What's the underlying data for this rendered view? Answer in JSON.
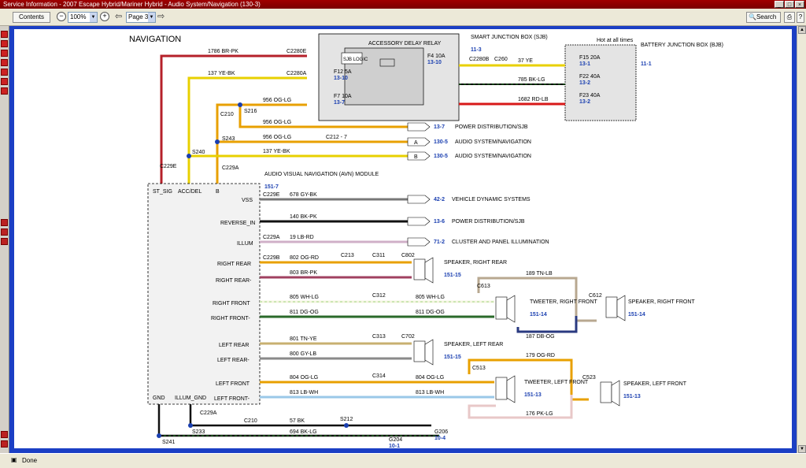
{
  "window": {
    "title": "Service Information - 2007 Escape Hybrid/Mariner Hybrid - Audio System/Navigation (130-3)"
  },
  "toolbar": {
    "contents_label": "Contents",
    "zoom_value": "100%",
    "page_value": "Page 3",
    "search_label": "Search"
  },
  "status": {
    "text": "Done"
  },
  "diagram": {
    "title": "NAVIGATION",
    "hot_label": "Hot at all times",
    "sjb_label": "SMART JUNCTION BOX (SJB)",
    "sjb_ref": "11-3",
    "bjb_label": "BATTERY JUNCTION BOX (BJB)",
    "bjb_ref": "11-1",
    "relay_label": "ACCESSORY DELAY RELAY",
    "sjb_logic": "SJB LOGIC",
    "f12": "F12  5A",
    "f12_ref": "13-10",
    "f7": "F7  10A",
    "f7_ref": "13-7",
    "f4": "F4  10A",
    "f4_ref": "13-10",
    "f15": "F15  20A",
    "f15_ref": "13-1",
    "f22": "F22  40A",
    "f22_ref": "13-2",
    "f23": "F23  40A",
    "f23_ref": "13-2",
    "module_label": "AUDIO VISUAL NAVIGATION (AVN) MODULE",
    "module_ref": "151-7",
    "pins": {
      "st_sig": "ST_SIG",
      "acc_del": "ACC/DEL",
      "b": "B",
      "vss": "VSS",
      "reverse_in": "REVERSE_IN",
      "illum": "ILLUM",
      "right_rear_p": "RIGHT REAR",
      "right_rear_m": "RIGHT REAR-",
      "right_front_p": "RIGHT FRONT",
      "right_front_m": "RIGHT FRONT-",
      "left_rear_p": "LEFT REAR",
      "left_rear_m": "LEFT REAR-",
      "left_front_p": "LEFT FRONT",
      "left_front_m": "LEFT FRONT-",
      "gnd": "GND",
      "illum_gnd": "ILLUM_GND"
    },
    "wires": {
      "w1786": "1786  BR-PK",
      "w137a": "137  YE-BK",
      "w956a": "956  OG-LG",
      "w956b": "956  OG-LG",
      "w956c": "956  OG-LG",
      "w137b": "137  YE-BK",
      "w37": "37  YE",
      "w785": "785  BK-LG",
      "w1682": "1682  RD-LB",
      "w678": "678  GY-BK",
      "w140": "140  BK-PK",
      "w19": "19  LB-RD",
      "w802": "802  OG-RD",
      "w803": "803  BR-PK",
      "w805a": "805  WH-LG",
      "w805b": "805  WH-LG",
      "w811a": "811  DG-OG",
      "w811b": "811  DG-OG",
      "w189": "189  TN-LB",
      "w187": "187  DB-OG",
      "w801": "801  TN-YE",
      "w800": "800  GY-LB",
      "w804a": "804  OG-LG",
      "w804b": "804  OG-LG",
      "w813a": "813  LB-WH",
      "w813b": "813  LB-WH",
      "w179": "179  OG-RD",
      "w176": "176  PK-LG",
      "w57": "57  BK",
      "w694": "694  BK-LG"
    },
    "refs": {
      "pd1": "13-7",
      "pd1_label": "POWER DISTRIBUTION/SJB",
      "as1": "130-5",
      "as1_label": "AUDIO SYSTEM/NAVIGATION",
      "as2": "130-5",
      "as2_label": "AUDIO SYSTEM/NAVIGATION",
      "vds": "42-2",
      "vds_label": "VEHICLE DYNAMIC SYSTEMS",
      "pd2": "13-6",
      "pd2_label": "POWER DISTRIBUTION/SJB",
      "cpi": "71-2",
      "cpi_label": "CLUSTER AND PANEL ILLUMINATION"
    },
    "speakers": {
      "rr": "SPEAKER, RIGHT REAR",
      "rr_ref": "151-15",
      "trf": "TWEETER, RIGHT FRONT",
      "trf_ref": "151-14",
      "srf": "SPEAKER, RIGHT FRONT",
      "srf_ref": "151-14",
      "lr": "SPEAKER, LEFT REAR",
      "lr_ref": "151-15",
      "tlf": "TWEETER, LEFT FRONT",
      "tlf_ref": "151-13",
      "slf": "SPEAKER, LEFT FRONT",
      "slf_ref": "151-13"
    },
    "connectors": {
      "c2280e": "C2280E",
      "c2280a": "C2280A",
      "c2280b": "C2280B",
      "c260": "C260",
      "c210": "C210",
      "c212": "C212 - 7",
      "c229e": "C229E",
      "c229a": "C229A",
      "c229a2": "C229A",
      "c229b": "C229B",
      "c229e2": "C229E",
      "c213": "C213",
      "c311": "C311",
      "c802": "C802",
      "c613": "C613",
      "c612": "C612",
      "c312": "C312",
      "c313": "C313",
      "c702": "C702",
      "c314": "C314",
      "c513": "C513",
      "c523": "C523",
      "c229a3": "C229A",
      "c210b": "C210",
      "s216": "S216",
      "s243": "S243",
      "s240": "S240",
      "s233": "S233",
      "s241": "S241",
      "s212": "S212",
      "g204": "G204",
      "g204_ref": "10-1",
      "g206": "G206",
      "g206_ref": "10-4",
      "p_a": "A",
      "p_b": "B"
    }
  }
}
